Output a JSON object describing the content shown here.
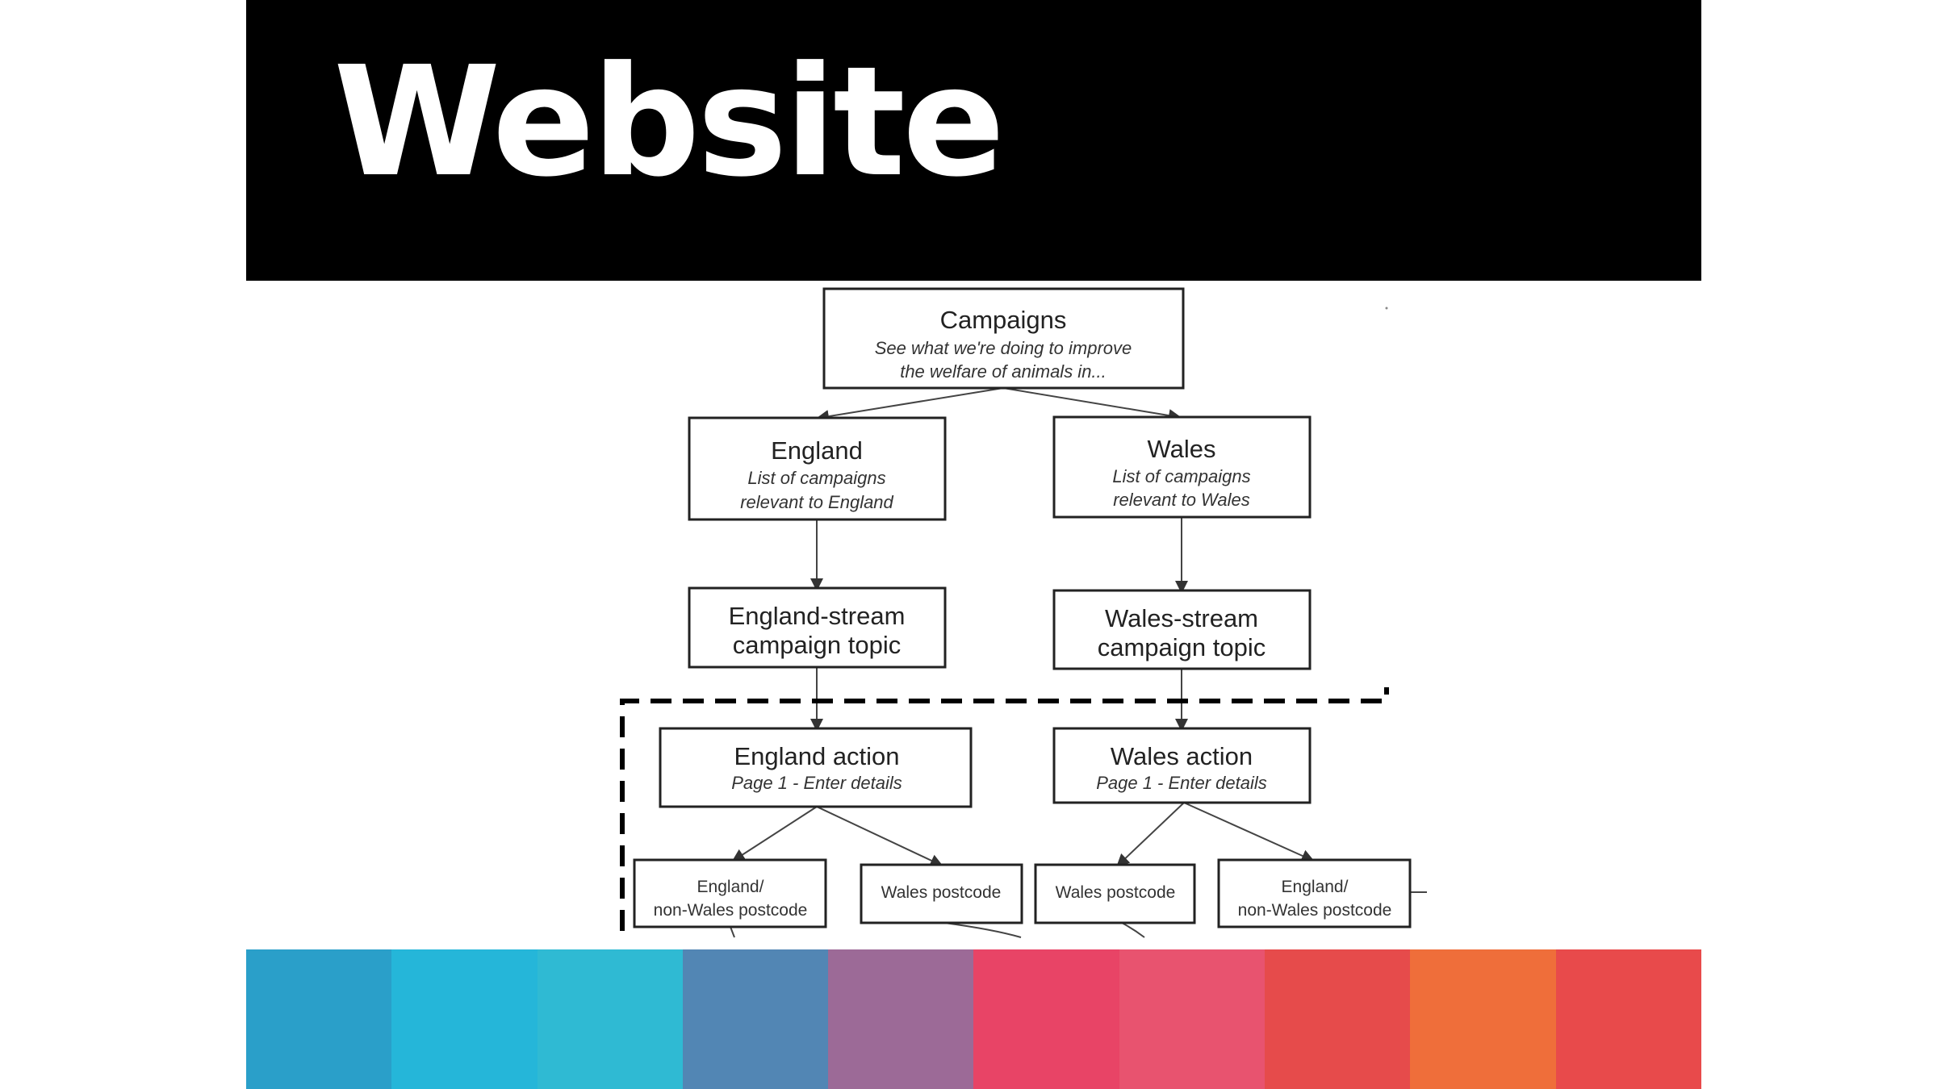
{
  "slide": {
    "title": "Website"
  },
  "diagram": {
    "campaigns": {
      "title": "Campaigns",
      "line1": "See what we're doing to improve",
      "line2": "the welfare of animals in..."
    },
    "england": {
      "title": "England",
      "line1": "List of campaigns",
      "line2": "relevant to England"
    },
    "wales": {
      "title": "Wales",
      "line1": "List of campaigns",
      "line2": "relevant to Wales"
    },
    "england_stream": {
      "line1": "England-stream",
      "line2": "campaign topic"
    },
    "wales_stream": {
      "line1": "Wales-stream",
      "line2": "campaign topic"
    },
    "england_action": {
      "title": "England action",
      "sub": "Page 1 - Enter details"
    },
    "wales_action": {
      "title": "Wales action",
      "sub": "Page 1 - Enter details"
    },
    "england_nonwales_1": {
      "line1": "England/",
      "line2": "non-Wales postcode"
    },
    "wales_postcode_1": {
      "label": "Wales postcode"
    },
    "wales_postcode_2": {
      "label": "Wales postcode"
    },
    "england_nonwales_2": {
      "line1": "England/",
      "line2": "non-Wales postcode"
    }
  },
  "color_strip": [
    "#2a9fc9",
    "#25b6d9",
    "#2fbad3",
    "#5286b4",
    "#9c6a97",
    "#e84466",
    "#e8536f",
    "#e64b4b",
    "#ef6e3a",
    "#e84a4b"
  ]
}
